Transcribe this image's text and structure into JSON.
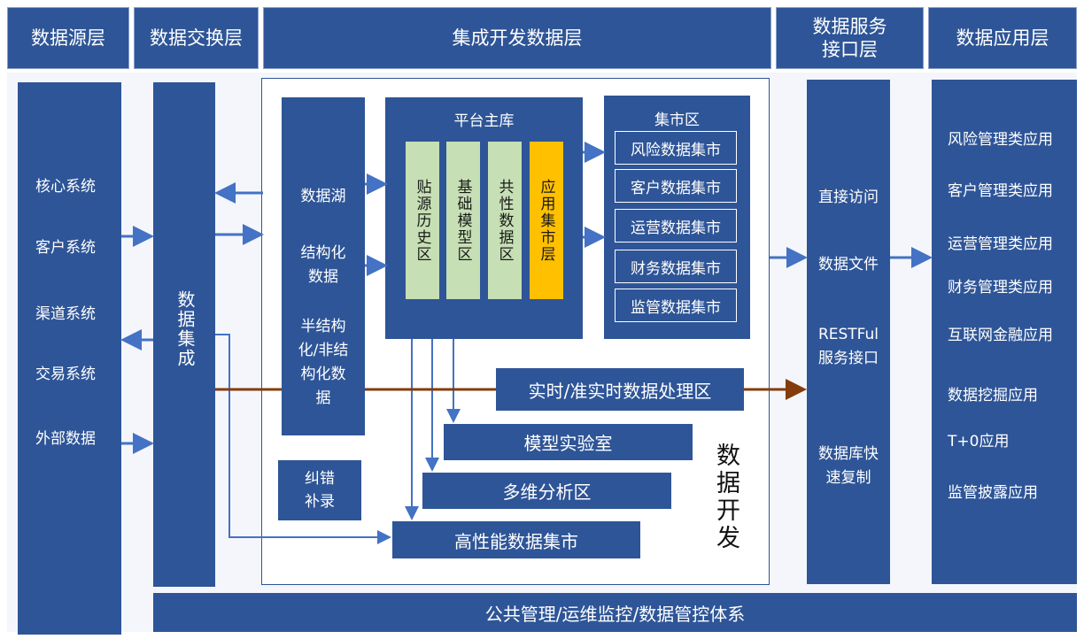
{
  "colors": {
    "box": "#2e5597",
    "zone_green": "#c6dfb4",
    "zone_orange": "#ffc000",
    "pipeline": "#843c0c",
    "arrow": "#4472c4"
  },
  "headers": {
    "source": "数据源层",
    "exchange": "数据交换层",
    "integration": "集成开发数据层",
    "service": "数据服务接口层",
    "application": "数据应用层"
  },
  "source_systems": [
    "核心系统",
    "客户系统",
    "渠道系统",
    "交易系统",
    "外部数据"
  ],
  "integration_column": "数据集成",
  "lake": {
    "items": [
      "数据湖",
      "结构化数据",
      "半结构化/非结构化数据"
    ]
  },
  "platform": {
    "title": "平台主库",
    "zones": [
      "贴源历史区",
      "基础模型区",
      "共性数据区",
      "应用集市层"
    ]
  },
  "mart_zone": {
    "title": "集市区",
    "marts": [
      "风险数据集市",
      "客户数据集市",
      "运营数据集市",
      "财务数据集市",
      "监管数据集市"
    ]
  },
  "realtime": "实时/准实时数据处理区",
  "model_lab": "模型实验室",
  "olap": "多维分析区",
  "hp_mart": "高性能数据集市",
  "correction": "纠错补录",
  "data_dev": "数据开发",
  "service_items": [
    "直接访问",
    "数据文件",
    "RESTFul服务接口",
    "数据库快速复制"
  ],
  "applications": [
    "风险管理类应用",
    "客户管理类应用",
    "运营管理类应用",
    "财务管理类应用",
    "互联网金融应用",
    "数据挖掘应用",
    "T+0应用",
    "监管披露应用"
  ],
  "footer": "公共管理/运维监控/数据管控体系"
}
